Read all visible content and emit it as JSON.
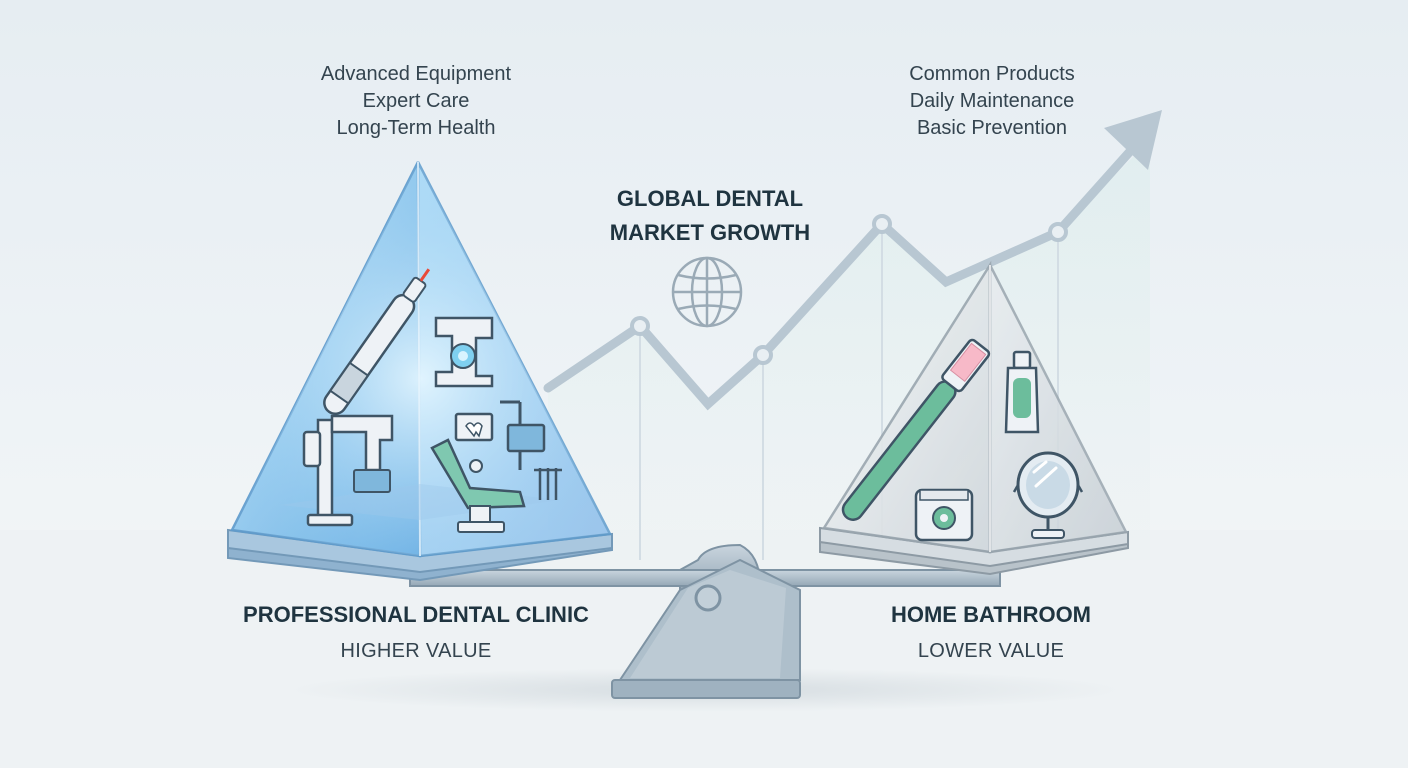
{
  "title": {
    "line1": "GLOBAL DENTAL",
    "line2": "MARKET GROWTH"
  },
  "left": {
    "attributes": [
      "Advanced Equipment",
      "Expert Care",
      "Long-Term Health"
    ],
    "heading": "PROFESSIONAL DENTAL CLINIC",
    "value": "HIGHER VALUE",
    "icons": [
      "dental-drill-icon",
      "intraoral-scanner-icon",
      "panoramic-xray-machine-icon",
      "dental-chair-icon"
    ]
  },
  "right": {
    "attributes": [
      "Common Products",
      "Daily Maintenance",
      "Basic Prevention"
    ],
    "heading": "HOME BATHROOM",
    "value": "LOWER VALUE",
    "icons": [
      "toothbrush-icon",
      "toothpaste-icon",
      "dental-floss-icon",
      "mirror-icon"
    ]
  },
  "colors": {
    "left_prism": "#7ec4ef",
    "right_prism": "#d6dde2",
    "trend_line": "#b8c7d2",
    "accent_green": "#5fae94",
    "scale": "#9fb2c0"
  }
}
